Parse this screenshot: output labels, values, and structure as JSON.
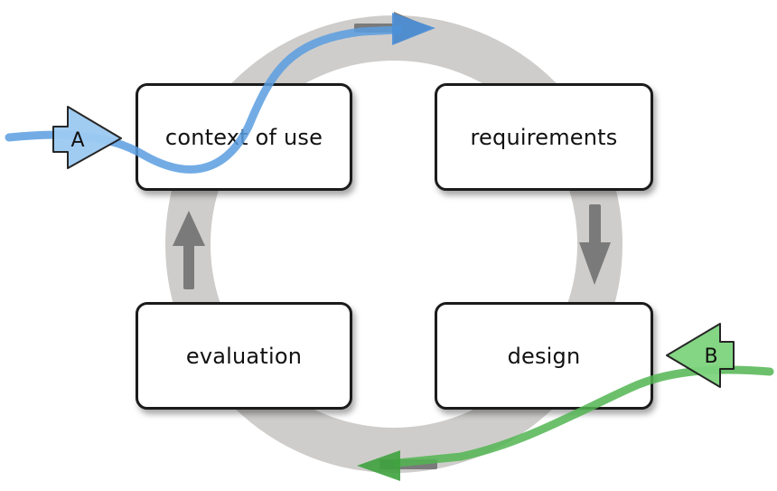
{
  "nodes": {
    "context_of_use": "context of use",
    "requirements": "requirements",
    "design": "design",
    "evaluation": "evaluation"
  },
  "paths": {
    "a": {
      "label": "A",
      "color": "#5b9de0"
    },
    "b": {
      "label": "B",
      "color": "#52b552"
    }
  },
  "colors": {
    "cycle_ring": "#cfcdcb",
    "cycle_arrow": "#7a7a7a"
  }
}
